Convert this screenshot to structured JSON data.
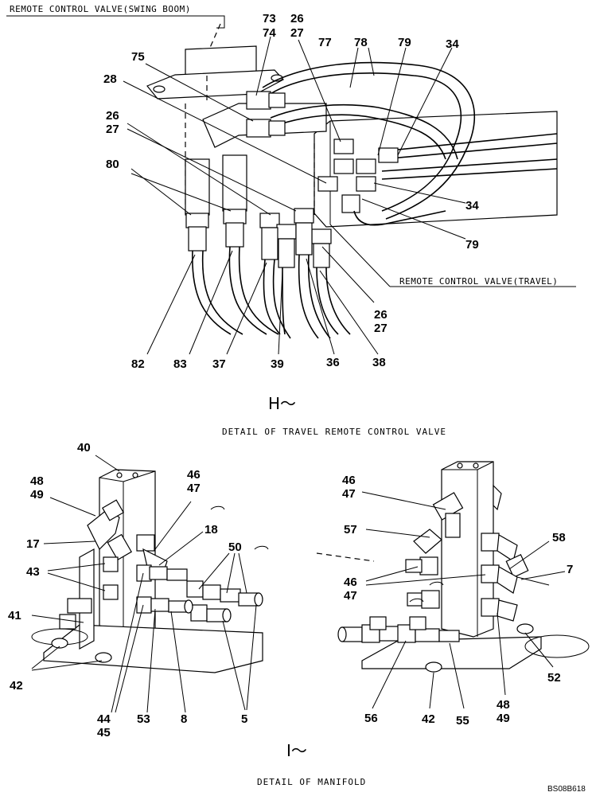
{
  "top": {
    "header_label": "REMOTE CONTROL VALVE(SWING BOOM)",
    "side_label": "REMOTE CONTROL VALVE(TRAVEL)",
    "caption_symbol": "H～",
    "caption": "DETAIL OF TRAVEL REMOTE CONTROL VALVE",
    "callouts": {
      "c73_74": [
        "73",
        "74"
      ],
      "c26_27_top": [
        "26",
        "27"
      ],
      "c77": "77",
      "c78": "78",
      "c79_top": "79",
      "c34_top": "34",
      "c75": "75",
      "c28": "28",
      "c26_27_left": [
        "26",
        "27"
      ],
      "c80": "80",
      "c34_right": "34",
      "c79_right": "79",
      "c26_27_bottom": [
        "26",
        "27"
      ],
      "c82": "82",
      "c83": "83",
      "c37": "37",
      "c39": "39",
      "c36": "36",
      "c38": "38"
    }
  },
  "bottom": {
    "caption_symbol": "I～",
    "caption": "DETAIL OF MANIFOLD",
    "left_callouts": {
      "c40": "40",
      "c48_49": [
        "48",
        "49"
      ],
      "c46_47": [
        "46",
        "47"
      ],
      "c18": "18",
      "c17": "17",
      "c43": "43",
      "c50": "50",
      "c41": "41",
      "c42": "42",
      "c44_45": [
        "44",
        "45"
      ],
      "c53": "53",
      "c8": "8",
      "c5": "5"
    },
    "right_callouts": {
      "c46_47_top": [
        "46",
        "47"
      ],
      "c57": "57",
      "c58": "58",
      "c46_47_mid": [
        "46",
        "47"
      ],
      "c7": "7",
      "c52": "52",
      "c48_49": [
        "48",
        "49"
      ],
      "c56": "56",
      "c42": "42",
      "c55": "55"
    }
  },
  "drawing_code": "BS08B618"
}
